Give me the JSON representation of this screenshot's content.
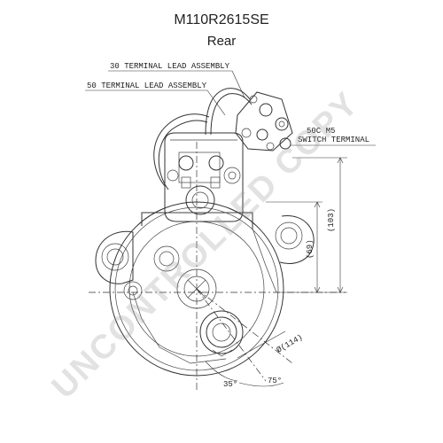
{
  "header": {
    "part_number": "M110R2615SE",
    "view": "Rear"
  },
  "callouts": {
    "terminal_30": "30 TERMINAL LEAD ASSEMBLY",
    "terminal_50": "50 TERMINAL LEAD ASSEMBLY",
    "switch_line1": "50C M5",
    "switch_line2": "SWITCH TERMINAL"
  },
  "dimensions": {
    "d103": "(103)",
    "d69": "(69)",
    "d114": "Ø(114)",
    "d35": "35°",
    "d75": "75°"
  },
  "watermark": "UNCONTROLLED COPY"
}
